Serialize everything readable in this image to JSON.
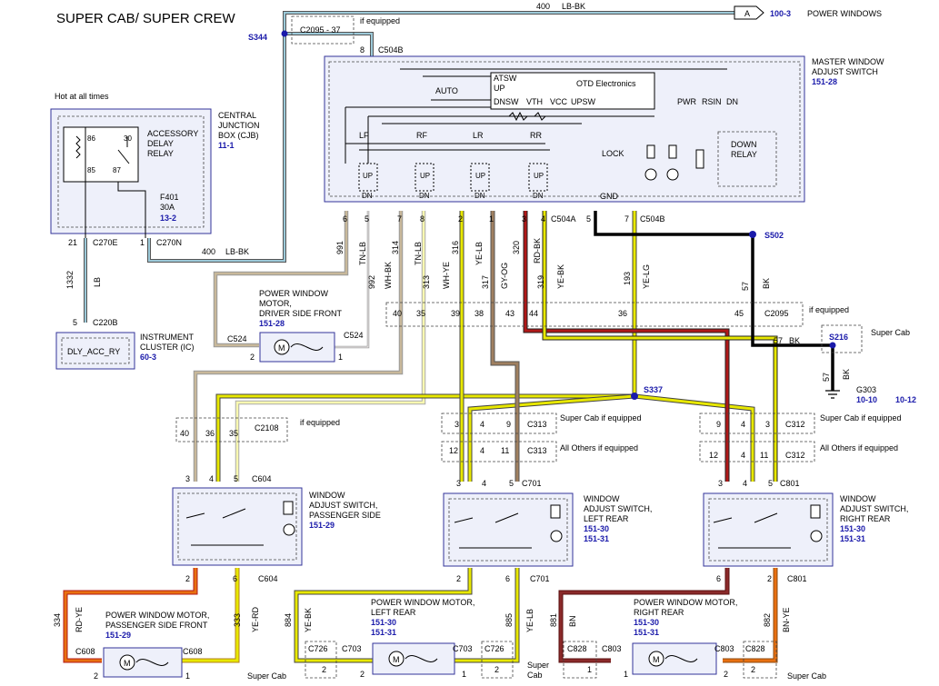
{
  "title": "SUPER CAB/ SUPER CREW",
  "top": {
    "circuit400": "400",
    "color400": "LB-BK",
    "connA": "A",
    "ref": "100-3",
    "label": "POWER WINDOWS",
    "s344": "S344",
    "c2095": "C2095 - 37",
    "ifeq": "if equipped",
    "pin8": "8",
    "c504b": "C504B"
  },
  "hot": "Hot at all times",
  "cjb": {
    "l1": "CENTRAL",
    "l2": "JUNCTION",
    "l3": "BOX (CJB)",
    "ref": "11-1"
  },
  "relay": {
    "l1": "ACCESSORY",
    "l2": "DELAY",
    "l3": "RELAY",
    "p86": "86",
    "p85": "85",
    "p30": "30",
    "p87": "87"
  },
  "fuse": {
    "name": "F401",
    "amps": "30A",
    "ref": "13-2"
  },
  "cjbpins": {
    "p21": "21",
    "c270e": "C270E",
    "p1": "1",
    "c270n": "C270N",
    "c400": "400",
    "col": "LB-BK"
  },
  "lbwire": {
    "num": "1332",
    "col": "LB"
  },
  "cluster": {
    "pin": "5",
    "conn": "C220B",
    "l1": "INSTRUMENT",
    "l2": "CLUSTER (IC)",
    "ref": "60-3",
    "box": "DLY_ACC_RY"
  },
  "master": {
    "l1": "MASTER WINDOW",
    "l2": "ADJUST SWITCH",
    "ref": "151-28",
    "atsw": "ATSW",
    "up": "UP",
    "auto": "AUTO",
    "otd": "OTD Electronics",
    "dnsw": "DNSW",
    "vth": "VTH",
    "vcc": "VCC",
    "upsw": "UPSW",
    "pwr": "PWR",
    "rsin": "RSIN",
    "dn": "DN",
    "lf": "LF",
    "rf": "RF",
    "lr": "LR",
    "rr": "RR",
    "lock": "LOCK",
    "downrelay1": "DOWN",
    "downrelay2": "RELAY",
    "gnd": "GND",
    "switchUp": "UP",
    "switchDn": "DN"
  },
  "mpins": {
    "p6": "6",
    "p5": "5",
    "p7": "7",
    "p8": "8",
    "p2": "2",
    "p1": "1",
    "p3": "3",
    "p4": "4",
    "c504a": "C504A",
    "p5b": "5",
    "p7b": "7",
    "c504b": "C504B"
  },
  "wires": {
    "w991": "991",
    "cTNLB": "TN-LB",
    "w992": "992",
    "cWHBK": "WH-BK",
    "w314": "314",
    "cTNLB2": "TN-LB",
    "w313": "313",
    "cWHYE": "WH-YE",
    "w316": "316",
    "cYELB": "YE-LB",
    "w317": "317",
    "cGYOG": "GY-OG",
    "w320": "320",
    "cRDBK": "RD-BK",
    "w319": "319",
    "cYEBK": "YE-BK",
    "w193": "193",
    "cYELG": "YE-LG",
    "w57": "57",
    "cBK": "BK"
  },
  "s502": "S502",
  "c2095row": {
    "p40": "40",
    "p35": "35",
    "p39": "39",
    "p38": "38",
    "p43": "43",
    "p44": "44",
    "p36": "36",
    "p45": "45",
    "conn": "C2095",
    "ifeq": "if equipped"
  },
  "s216": {
    "name": "S216",
    "sc": "Super Cab",
    "w57": "57",
    "bk": "BK",
    "w57b": "57",
    "bk2": "BK"
  },
  "g303": {
    "name": "G303",
    "r1": "10-10",
    "r2": "10-12"
  },
  "dfmotor": {
    "l1": "POWER WINDOW",
    "l2": "MOTOR,",
    "l3": "DRIVER SIDE FRONT",
    "ref": "151-28",
    "c1": "C524",
    "c2": "C524",
    "p2": "2",
    "p1": "1",
    "m": "M"
  },
  "s337": "S337",
  "c2108": {
    "p40": "40",
    "p36": "36",
    "p35": "35",
    "conn": "C2108",
    "ifeq": "if equipped"
  },
  "c313a": {
    "p3": "3",
    "p4": "4",
    "p9": "9",
    "conn": "C313",
    "note": "Super Cab if equipped"
  },
  "c313b": {
    "p12": "12",
    "p4": "4",
    "p11": "11",
    "conn": "C313",
    "note": "All Others if equipped"
  },
  "c312a": {
    "p9": "9",
    "p4": "4",
    "p3": "3",
    "conn": "C312",
    "note": "Super Cab if equipped"
  },
  "c312b": {
    "p12": "12",
    "p4": "4",
    "p11": "11",
    "conn": "C312",
    "note": "All Others if equipped"
  },
  "psw": {
    "l1": "WINDOW",
    "l2": "ADJUST SWITCH,",
    "l3": "PASSENGER SIDE",
    "ref": "151-29",
    "p3": "3",
    "p4": "4",
    "p5": "5",
    "conn": "C604",
    "p2": "2",
    "p6": "6",
    "conn2": "C604"
  },
  "lrsw": {
    "l1": "WINDOW",
    "l2": "ADJUST SWITCH,",
    "l3": "LEFT REAR",
    "ref1": "151-30",
    "ref2": "151-31",
    "p3": "3",
    "p4": "4",
    "p5": "5",
    "conn": "C701",
    "p2": "2",
    "p6": "6",
    "conn2": "C701"
  },
  "rrsw": {
    "l1": "WINDOW",
    "l2": "ADJUST SWITCH,",
    "l3": "RIGHT REAR",
    "ref1": "151-30",
    "ref2": "151-31",
    "p3": "3",
    "p4": "4",
    "p5": "5",
    "conn": "C801",
    "p6": "6",
    "p2": "2",
    "conn2": "C801"
  },
  "pfmotor": {
    "l1": "POWER WINDOW MOTOR,",
    "l2": "PASSENGER SIDE FRONT",
    "ref": "151-29",
    "c1": "C608",
    "c2": "C608",
    "p2": "2",
    "p1": "1",
    "m": "M",
    "w334": "334",
    "cRDYE": "RD-YE",
    "w333": "333",
    "cYERD": "YE-RD",
    "sc": "Super Cab"
  },
  "lrmotor": {
    "l1": "POWER WINDOW MOTOR,",
    "l2": "LEFT REAR",
    "ref1": "151-30",
    "ref2": "151-31",
    "c726a": "C726",
    "c703a": "C703",
    "c703b": "C703",
    "c726b": "C726",
    "p2": "2",
    "p1": "1",
    "p2b": "2",
    "p2c": "2",
    "m": "M",
    "w884": "884",
    "cYEBK": "YE-BK",
    "w885": "885",
    "cYELB": "YE-LB",
    "sc1": "Super",
    "sc2": "Cab"
  },
  "rrmotor": {
    "l1": "POWER WINDOW MOTOR,",
    "l2": "RIGHT REAR",
    "ref1": "151-30",
    "ref2": "151-31",
    "c828a": "C828",
    "c803a": "C803",
    "c803b": "C803",
    "c828b": "C828",
    "p1": "1",
    "p2": "2",
    "p1b": "1",
    "p2b": "2",
    "m": "M",
    "w881": "881",
    "cBN": "BN",
    "w882": "882",
    "cBNYE": "BN-YE",
    "sc": "Super Cab"
  },
  "colors": {
    "lb": "#9cc9d8",
    "tn": "#c8b89a",
    "wh": "#f4f0c0",
    "ye": "#e8e800",
    "gy": "#a08060",
    "rd": "#b01818",
    "bk": "#000000",
    "og": "#e87010",
    "bn": "#8b2a2a",
    "blue": "#1a1aaa"
  }
}
